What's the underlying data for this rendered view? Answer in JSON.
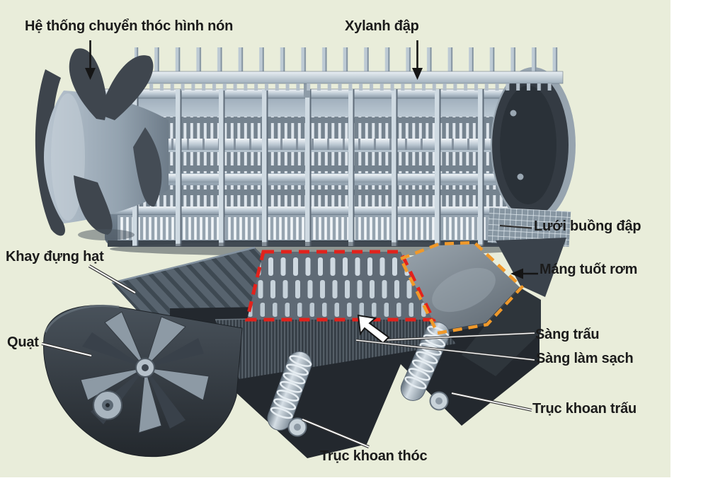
{
  "colors": {
    "background": "#e9edda",
    "page": "#ffffff",
    "red_dash": "#e2221c",
    "orange_dash": "#f0992a",
    "label_text": "#1b1b1b"
  },
  "labels": {
    "feeder_cone": "Hệ thống chuyển thóc hình nón",
    "threshing_cylinder": "Xylanh đập",
    "drum_screen": "Lưới buồng đập",
    "straw_chute": "Máng tuốt rơm",
    "grain_tray": "Khay đựng hạt",
    "fan": "Quạt",
    "chaff_sieve": "Sàng trấu",
    "cleaning_sieve": "Sàng làm sạch",
    "chaff_auger": "Trục khoan trấu",
    "grain_auger": "Trục khoan thóc"
  }
}
